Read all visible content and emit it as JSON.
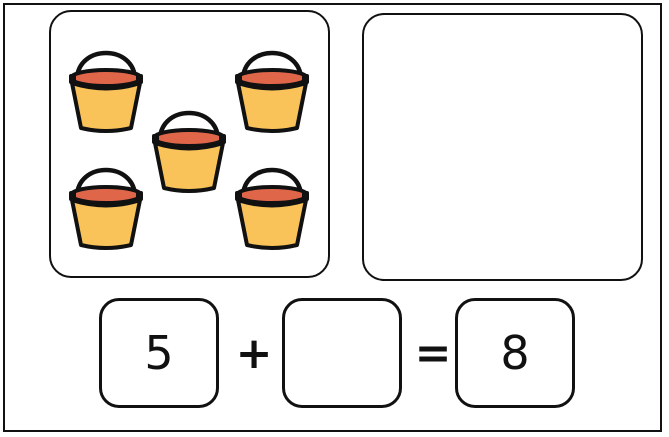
{
  "picture_panel": {
    "bucket_count": 5,
    "bucket_icon": "sand-bucket-icon",
    "colors": {
      "bucket_body": "#F9C35A",
      "bucket_fill": "#E0664A",
      "outline": "#111111"
    }
  },
  "answer_panel": {
    "content": ""
  },
  "equation": {
    "first_number": "5",
    "operator": "+",
    "second_number": "",
    "equals": "=",
    "result": "8"
  }
}
